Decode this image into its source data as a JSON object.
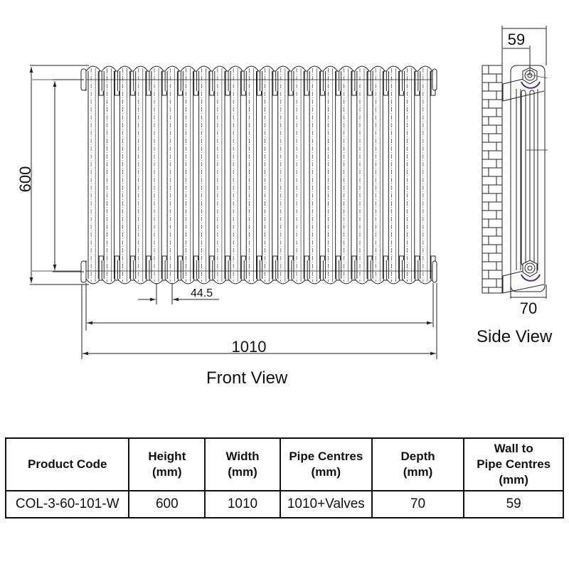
{
  "diagram": {
    "front_view": {
      "label": "Front View",
      "section_count": 22,
      "dimensions": {
        "height": "600",
        "overall_width": "1010",
        "section_pitch": "44.5"
      }
    },
    "side_view": {
      "label": "Side View",
      "dimensions": {
        "wall_to_pipe_centres": "59",
        "depth": "70"
      }
    },
    "colors": {
      "line": "#222222",
      "bracket_accent": "#4b2a7a",
      "background": "#ffffff"
    }
  },
  "spec_table": {
    "headers": [
      {
        "line1": "Product Code",
        "line2": "",
        "line3": ""
      },
      {
        "line1": "Height",
        "line2": "(mm)",
        "line3": ""
      },
      {
        "line1": "Width",
        "line2": "(mm)",
        "line3": ""
      },
      {
        "line1": "Pipe Centres",
        "line2": "(mm)",
        "line3": ""
      },
      {
        "line1": "Depth",
        "line2": "(mm)",
        "line3": ""
      },
      {
        "line1": "Wall to",
        "line2": "Pipe Centres",
        "line3": "(mm)"
      }
    ],
    "rows": [
      [
        "COL-3-60-101-W",
        "600",
        "1010",
        "1010+Valves",
        "70",
        "59"
      ]
    ]
  }
}
